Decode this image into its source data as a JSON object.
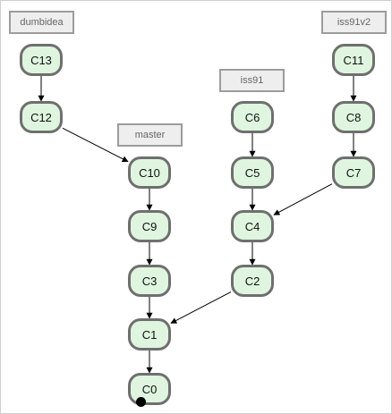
{
  "branches": {
    "dumbidea": "dumbidea",
    "master": "master",
    "iss91": "iss91",
    "iss91v2": "iss91v2"
  },
  "commits": {
    "c13": "C13",
    "c12": "C12",
    "c10": "C10",
    "c9": "C9",
    "c3": "C3",
    "c1": "C1",
    "c0": "C0",
    "c6": "C6",
    "c5": "C5",
    "c4": "C4",
    "c2": "C2",
    "c11": "C11",
    "c8": "C8",
    "c7": "C7"
  },
  "edges": [
    [
      "c13",
      "c12"
    ],
    [
      "c12",
      "c10"
    ],
    [
      "c10",
      "c9"
    ],
    [
      "c9",
      "c3"
    ],
    [
      "c3",
      "c1"
    ],
    [
      "c1",
      "c0"
    ],
    [
      "c6",
      "c5"
    ],
    [
      "c5",
      "c4"
    ],
    [
      "c4",
      "c2"
    ],
    [
      "c2",
      "c1"
    ],
    [
      "c11",
      "c8"
    ],
    [
      "c8",
      "c7"
    ],
    [
      "c7",
      "c4"
    ]
  ],
  "colors": {
    "commit_fill": "#dff5df",
    "commit_border": "#6f6f6f",
    "branch_fill": "#eeeeee",
    "branch_border": "#9c9c9c"
  }
}
